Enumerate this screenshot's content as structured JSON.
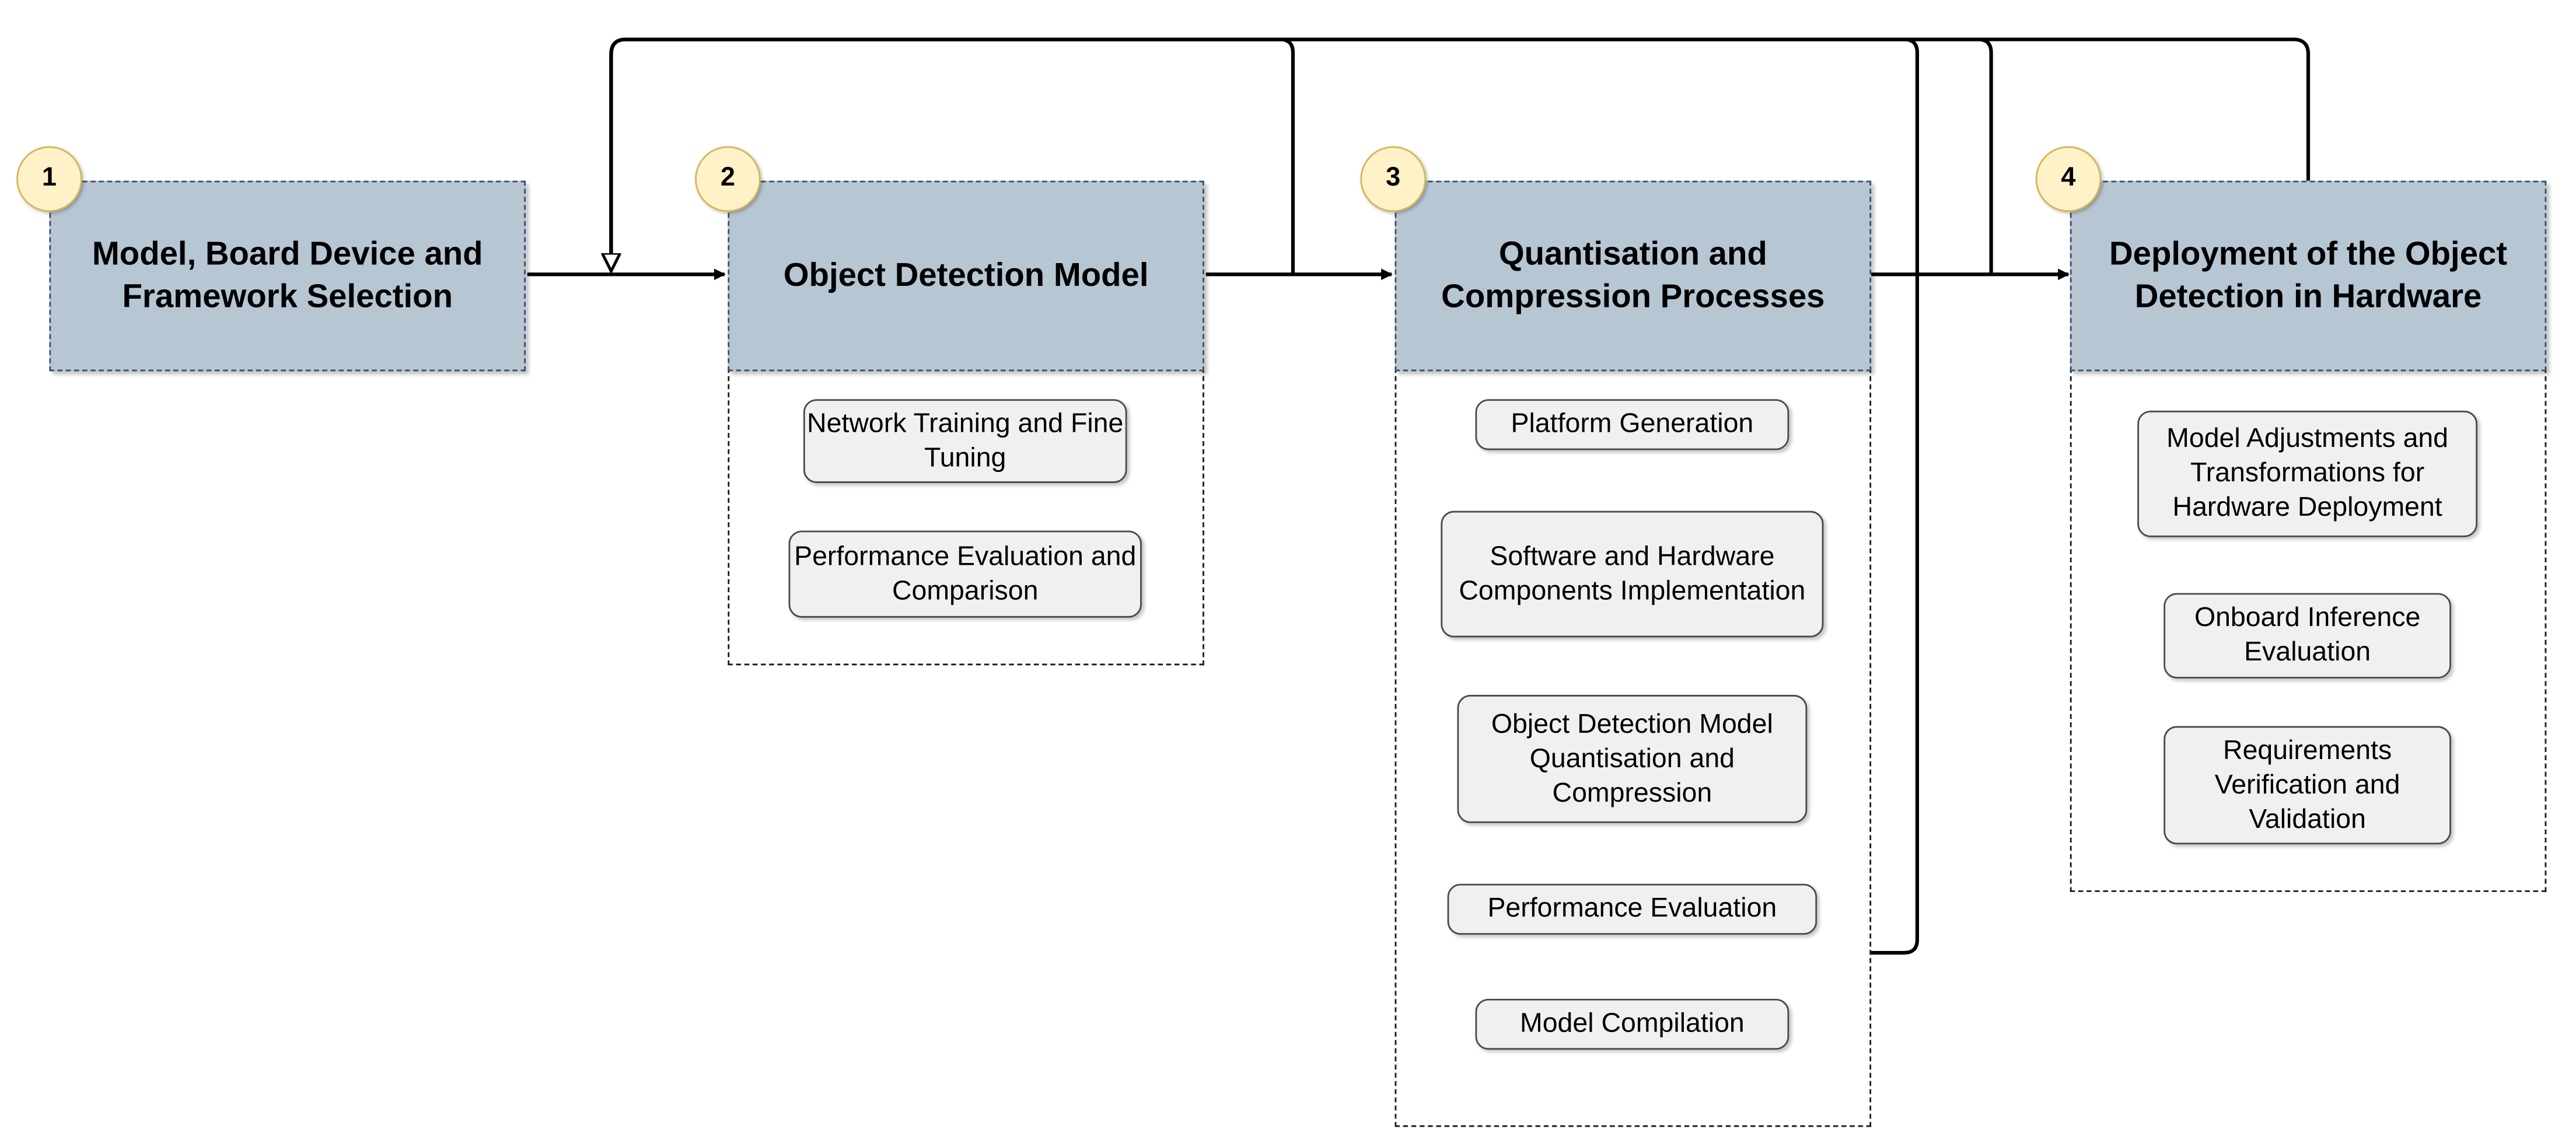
{
  "stages": [
    {
      "number": "1",
      "title": "Model, Board Device and Framework Selection",
      "steps": []
    },
    {
      "number": "2",
      "title": "Object Detection Model",
      "steps": [
        "Network Training and Fine Tuning",
        "Performance Evaluation and Comparison"
      ]
    },
    {
      "number": "3",
      "title": "Quantisation and Compression Processes",
      "steps": [
        "Platform Generation",
        "Software and Hardware Components Implementation",
        "Object Detection Model Quantisation and Compression",
        "Performance Evaluation",
        "Model Compilation"
      ]
    },
    {
      "number": "4",
      "title": "Deployment of the Object Detection in Hardware",
      "steps": [
        "Model Adjustments and Transformations for Hardware Deployment",
        "Onboard Inference Evaluation",
        "Requirements Verification and Validation"
      ]
    }
  ],
  "colors": {
    "header_fill": "#b7c6d3",
    "header_border": "#3e5064",
    "badge_fill": "#fff2c8",
    "badge_border": "#d6b656",
    "step_fill": "#f0f0f0",
    "internal_arrow": "#b46504",
    "flow_arrow": "#000000"
  }
}
